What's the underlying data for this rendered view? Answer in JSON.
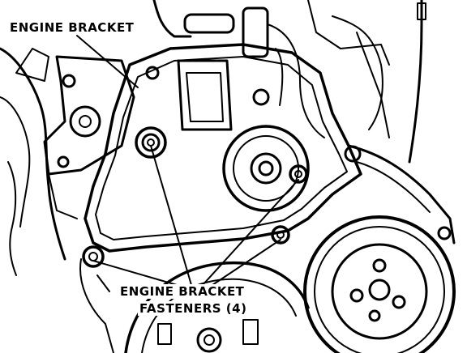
{
  "labels": {
    "engine_bracket": "ENGINE BRACKET",
    "fasteners_line1": "ENGINE BRACKET",
    "fasteners_line2": "FASTENERS (4)"
  },
  "colors": {
    "ink": "#000000",
    "paper": "#ffffff"
  }
}
